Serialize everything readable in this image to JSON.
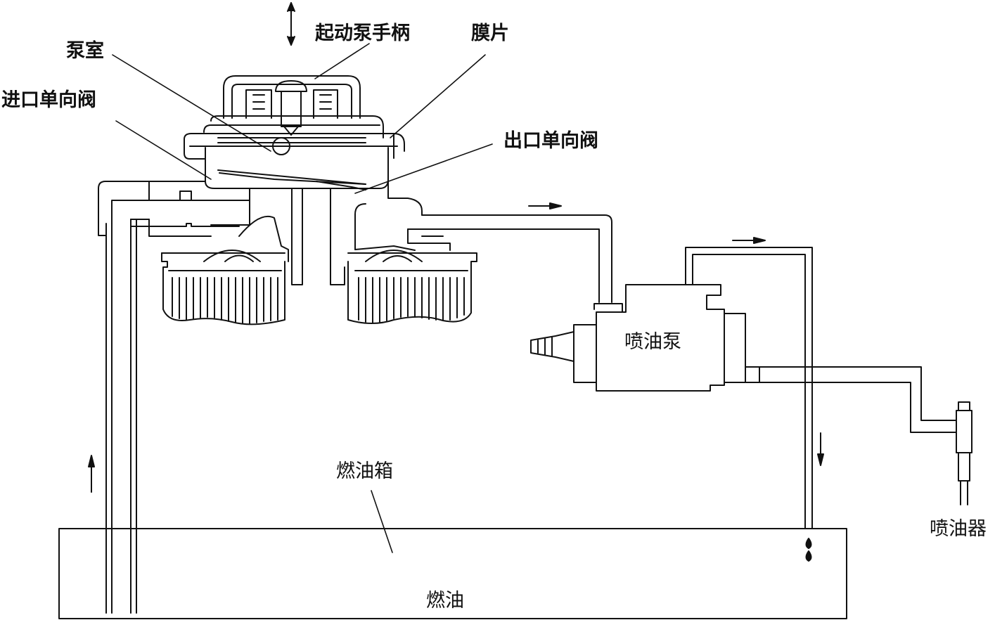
{
  "labels": {
    "pump_chamber": "泵室",
    "primer_handle": "起动泵手柄",
    "diaphragm": "膜片",
    "inlet_check_valve": "进口单向阀",
    "outlet_check_valve": "出口单向阀",
    "injection_pump": "喷油泵",
    "fuel_tank": "燃油箱",
    "fuel": "燃油",
    "injector": "喷油器"
  },
  "colors": {
    "line": "#111111",
    "background": "#ffffff"
  },
  "icons": {
    "flow_arrows": "arrow-icon",
    "drops": "fuel-drop-icon",
    "handle_motion": "double-arrow-icon"
  }
}
